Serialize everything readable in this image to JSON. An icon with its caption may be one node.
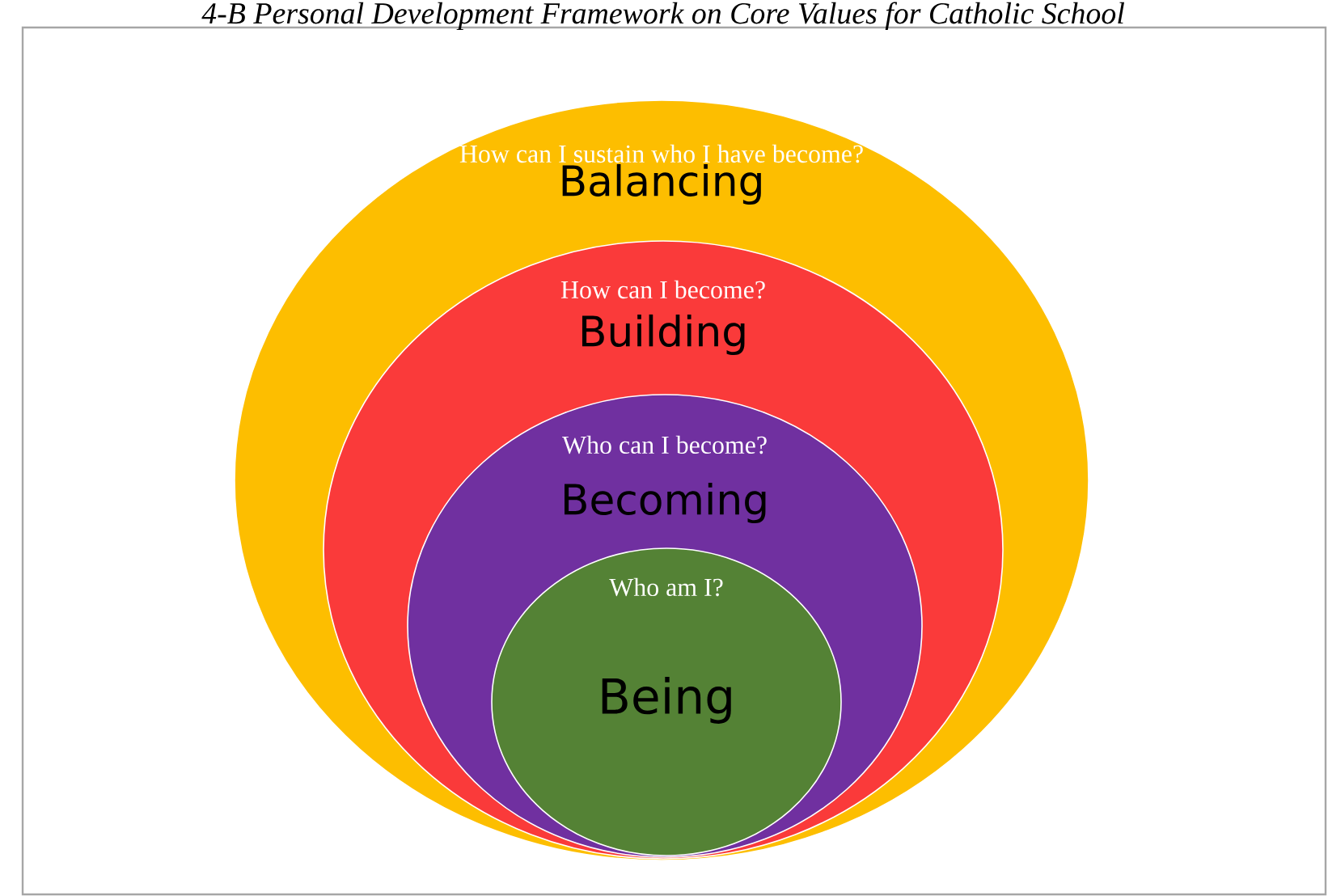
{
  "diagram": {
    "title": "4-B Personal Development Framework on Core Values for Catholic School",
    "nodes": [
      {
        "text": [
          "How can I sustain who I have become?",
          "Balancing"
        ]
      },
      {
        "text": [
          "How can I become?",
          "Building"
        ],
        "in": 0
      },
      {
        "text": [
          "Who can I become?",
          "Becoming"
        ],
        "in": 1
      },
      {
        "text": [
          "Who am I?",
          "Being"
        ],
        "in": 2
      }
    ]
  }
}
